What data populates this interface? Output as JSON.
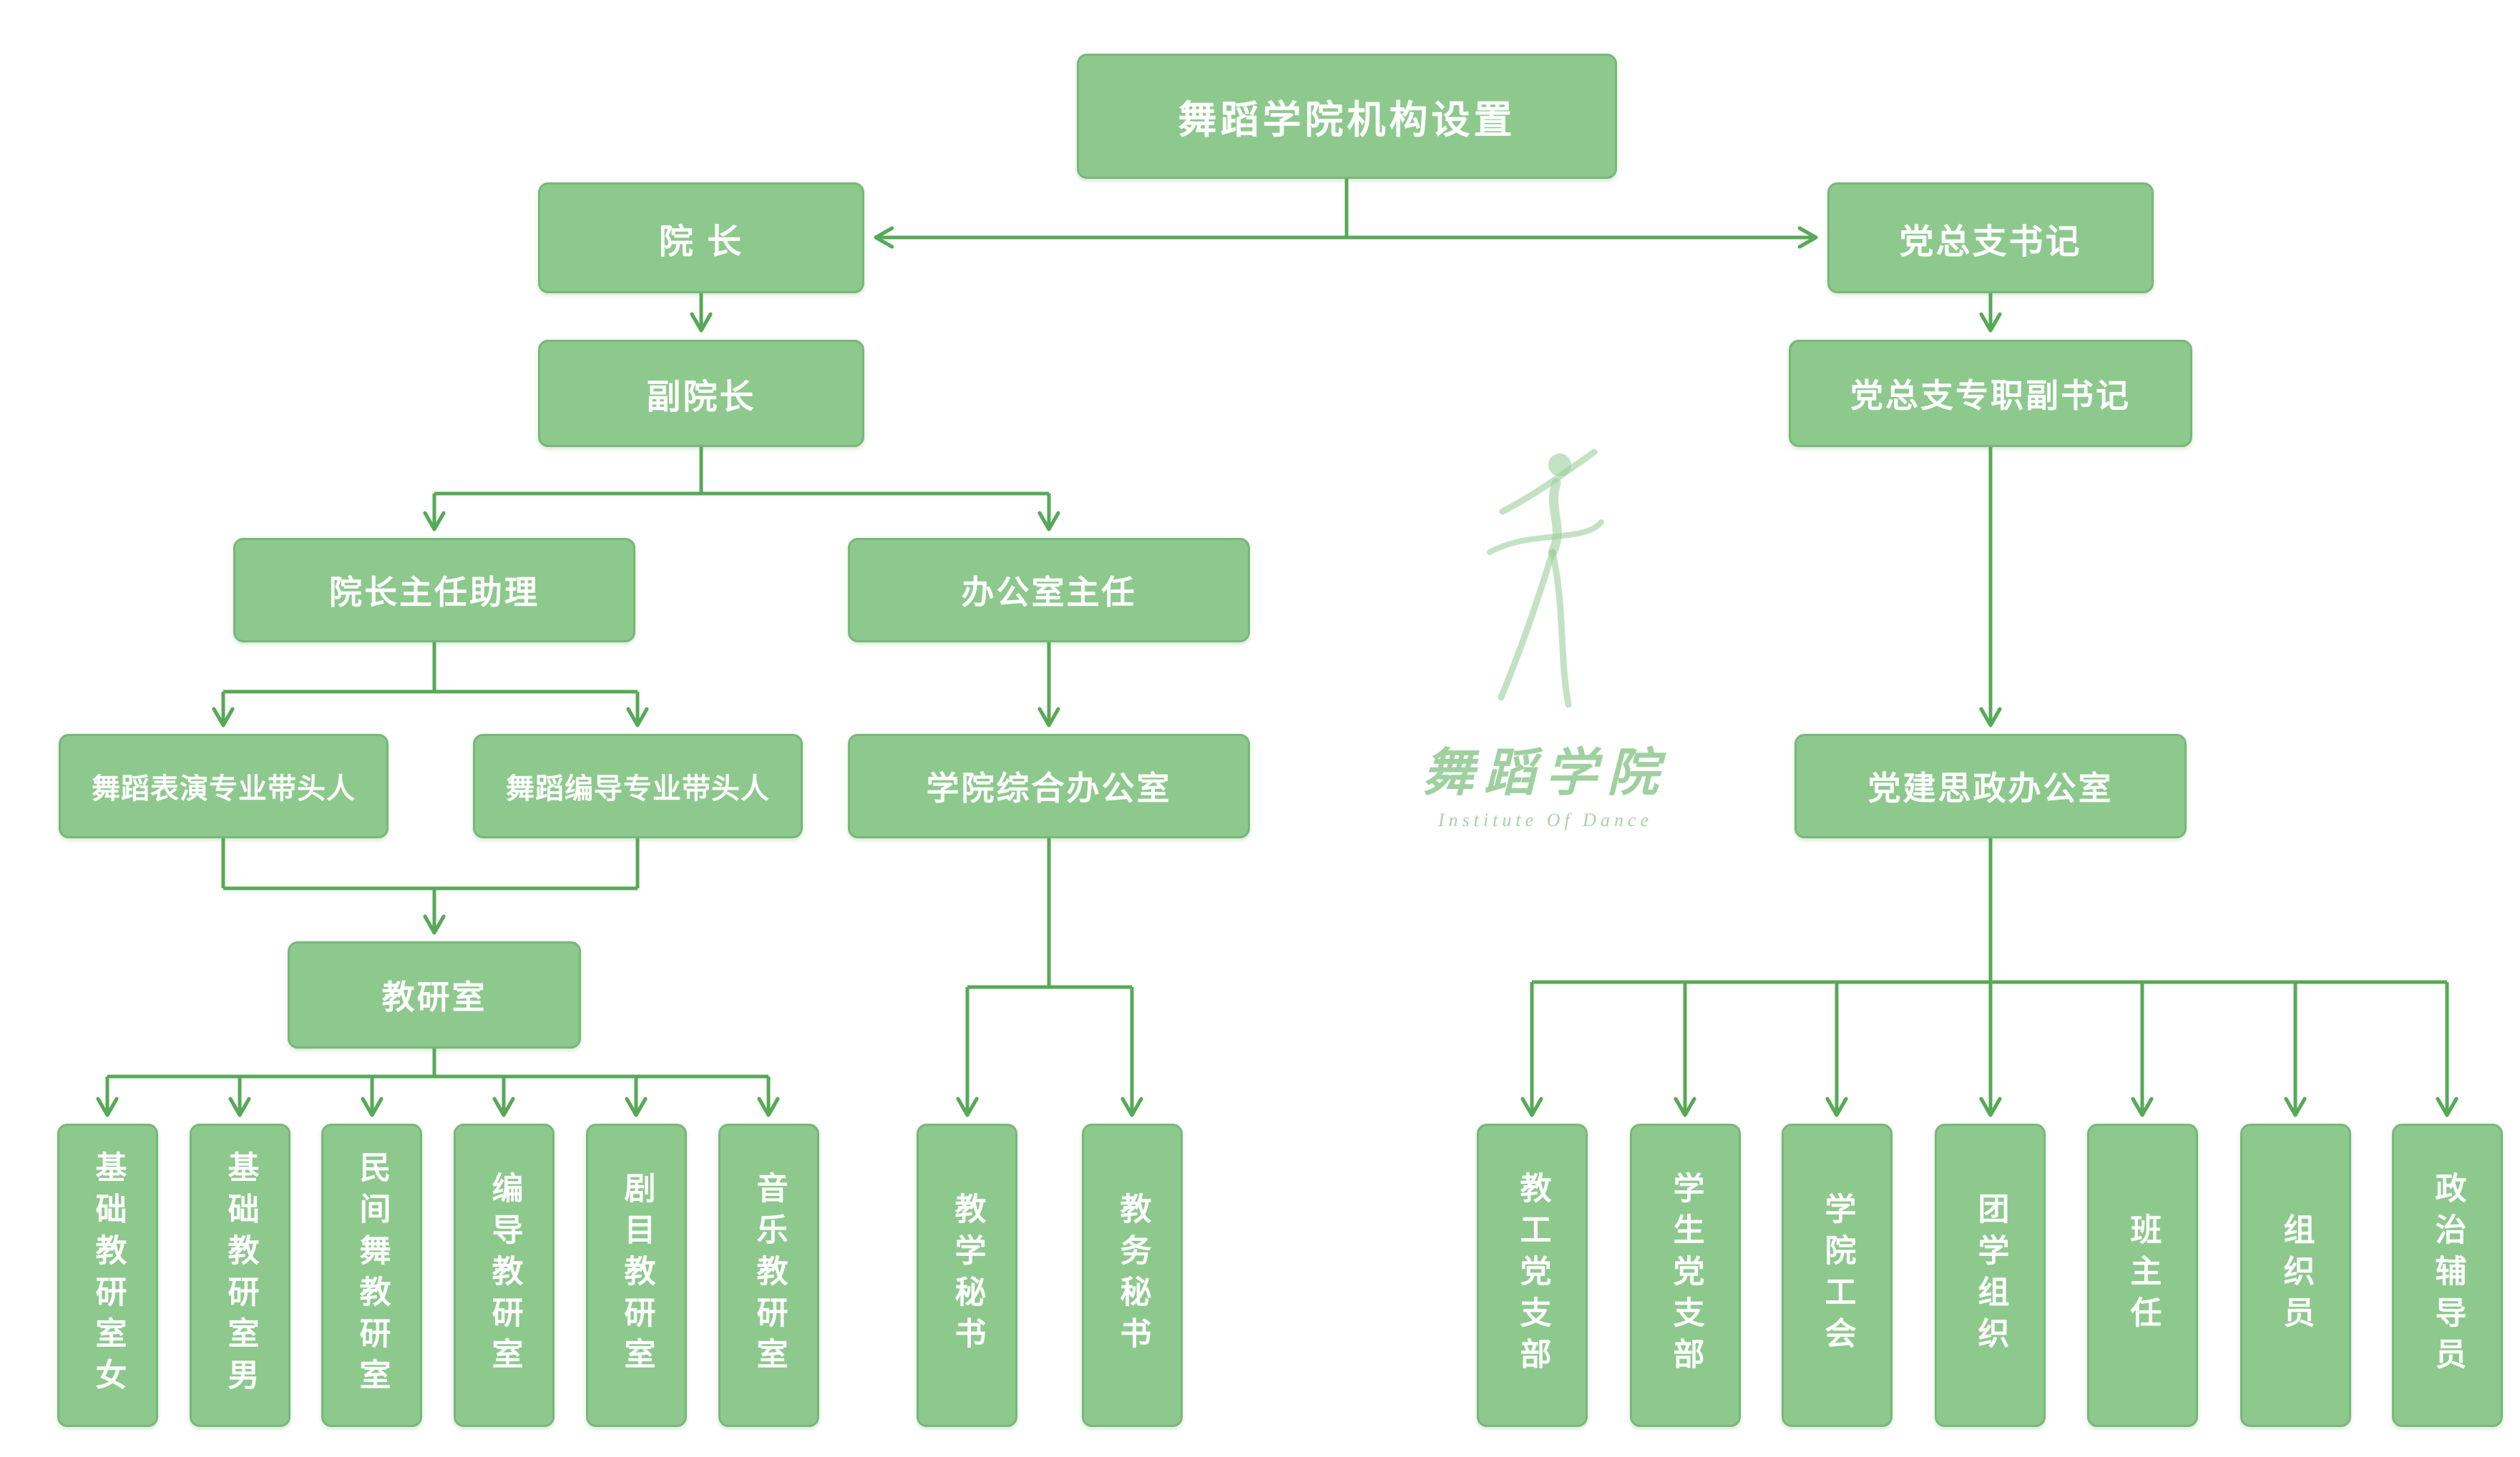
{
  "title": "舞蹈学院机构设置",
  "nodes": {
    "dean": {
      "label": "院  长"
    },
    "party_secretary": {
      "label": "党总支书记"
    },
    "vice_dean": {
      "label": "副院长"
    },
    "deputy_party_secretary": {
      "label": "党总支专职副书记"
    },
    "dean_assistant": {
      "label": "院长主任助理"
    },
    "office_director": {
      "label": "办公室主任"
    },
    "performance_leader": {
      "label": "舞蹈表演专业带头人"
    },
    "choreography_leader": {
      "label": "舞蹈编导专业带头人"
    },
    "comprehensive_office": {
      "label": "学院综合办公室"
    },
    "party_office": {
      "label": "党建思政办公室"
    },
    "teaching_research_office": {
      "label": "教研室"
    }
  },
  "teaching_offices": [
    "基础教研室女",
    "基础教研室男",
    "民间舞教研室",
    "编导教研室",
    "剧目教研室",
    "音乐教研室"
  ],
  "secretaries": [
    "教学秘书",
    "教务秘书"
  ],
  "party_units": [
    "教工党支部",
    "学生党支部",
    "学院工会",
    "团学组织",
    "班主任",
    "组织员",
    "政治辅导员"
  ],
  "watermark": {
    "name": "舞蹈学院",
    "subtitle": "Institute Of Dance"
  },
  "colors": {
    "box_fill": "#8dc98d",
    "box_border": "#77b877",
    "arrow": "#57a957",
    "text": "#ffffff",
    "watermark": "#80c080"
  }
}
